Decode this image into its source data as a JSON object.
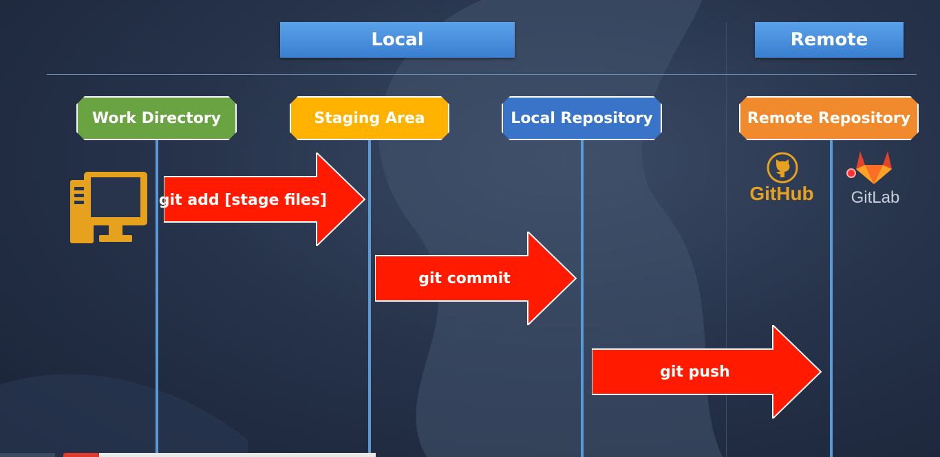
{
  "header": {
    "local_label": "Local",
    "remote_label": "Remote"
  },
  "stages": {
    "work_directory": "Work Directory",
    "staging_area": "Staging Area",
    "local_repository": "Local Repository",
    "remote_repository": "Remote Repository"
  },
  "commands": {
    "git_add": "git add [stage files]",
    "git_commit": "git commit",
    "git_push": "git push"
  },
  "logos": {
    "github": "GitHub",
    "gitlab": "GitLab"
  },
  "icons": {
    "computer": "computer-icon",
    "github": "github-octocat-icon",
    "gitlab": "gitlab-fox-icon"
  },
  "colors": {
    "header_blue": "#3a7fd0",
    "work_directory": "#6aa442",
    "staging_area": "#ffb300",
    "local_repository": "#3a74c9",
    "remote_repository": "#f08a2c",
    "arrow_red": "#ff1a00",
    "lane_blue": "#5b9bd5",
    "computer_orange": "#e6a11f"
  }
}
